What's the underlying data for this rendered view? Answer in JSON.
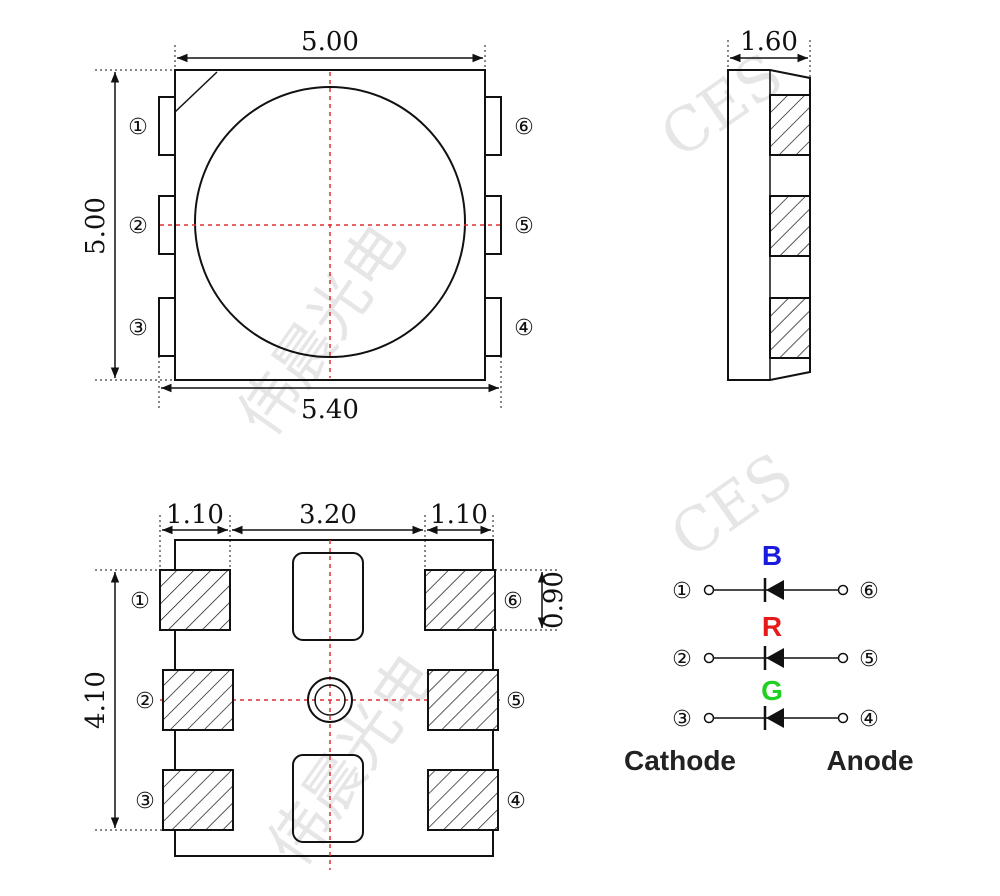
{
  "watermarks": [
    "CES",
    "CES",
    "伟晨光电",
    "伟晨光电"
  ],
  "top_view": {
    "width_top": "5.00",
    "height_left": "5.00",
    "width_bottom": "5.40",
    "pins_left": [
      "①",
      "②",
      "③"
    ],
    "pins_right": [
      "⑥",
      "⑤",
      "④"
    ]
  },
  "side_view": {
    "thickness": "1.60"
  },
  "bottom_view": {
    "pad_left": "1.10",
    "pad_gap": "3.20",
    "pad_right": "1.10",
    "pad_height": "0.90",
    "pad_span": "4.10",
    "pins_left": [
      "①",
      "②",
      "③"
    ],
    "pins_right": [
      "⑥",
      "⑤",
      "④"
    ]
  },
  "schematic": {
    "rows": [
      {
        "color_label": "B",
        "color": "#1a1adf",
        "left_pin": "①",
        "right_pin": "⑥"
      },
      {
        "color_label": "R",
        "color": "#e51a1a",
        "left_pin": "②",
        "right_pin": "⑤"
      },
      {
        "color_label": "G",
        "color": "#1fd11f",
        "left_pin": "③",
        "right_pin": "④"
      }
    ],
    "cathode_label": "Cathode",
    "anode_label": "Anode"
  }
}
